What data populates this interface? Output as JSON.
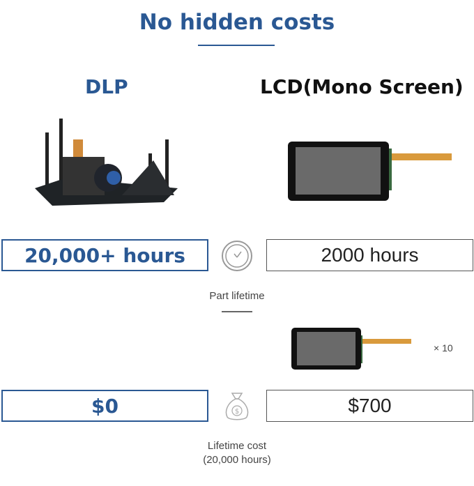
{
  "title": "No hidden costs",
  "columns": {
    "left": "DLP",
    "right": "LCD(Mono Screen)"
  },
  "lifetime": {
    "left": "20,000+ hours",
    "right": "2000 hours",
    "caption": "Part lifetime",
    "icon": "clock-icon"
  },
  "replacement": {
    "multiplier": "× 10"
  },
  "cost": {
    "left": "$0",
    "right": "$700",
    "caption_line1": "Lifetime cost",
    "caption_line2": "(20,000 hours)",
    "icon": "money-bag-icon"
  },
  "colors": {
    "accent": "#2a5893"
  }
}
